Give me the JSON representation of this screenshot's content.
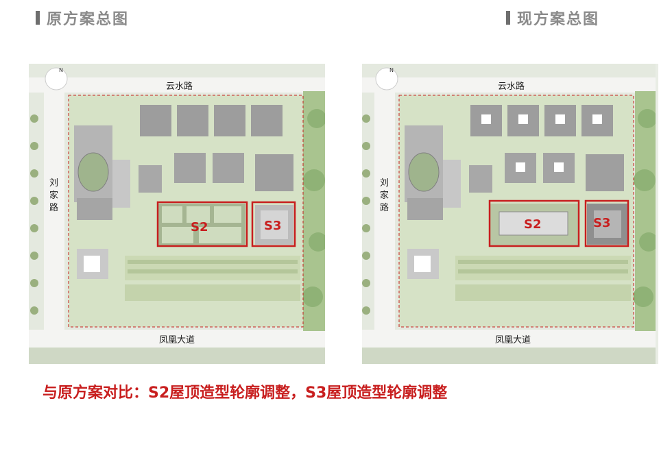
{
  "headings": {
    "original": "原方案总图",
    "current": "现方案总图"
  },
  "plan_labels": {
    "road_north": "云水路",
    "road_west": "刘家路",
    "road_south": "凤凰大道",
    "block_s2": "S2",
    "block_s3": "S3",
    "north_arrow": "N"
  },
  "caption": "与原方案对比：S2屋顶造型轮廓调整，S3屋顶造型轮廓调整",
  "colors": {
    "highlight_red": "#c81e1e",
    "heading_gray": "#8a8a8a"
  }
}
